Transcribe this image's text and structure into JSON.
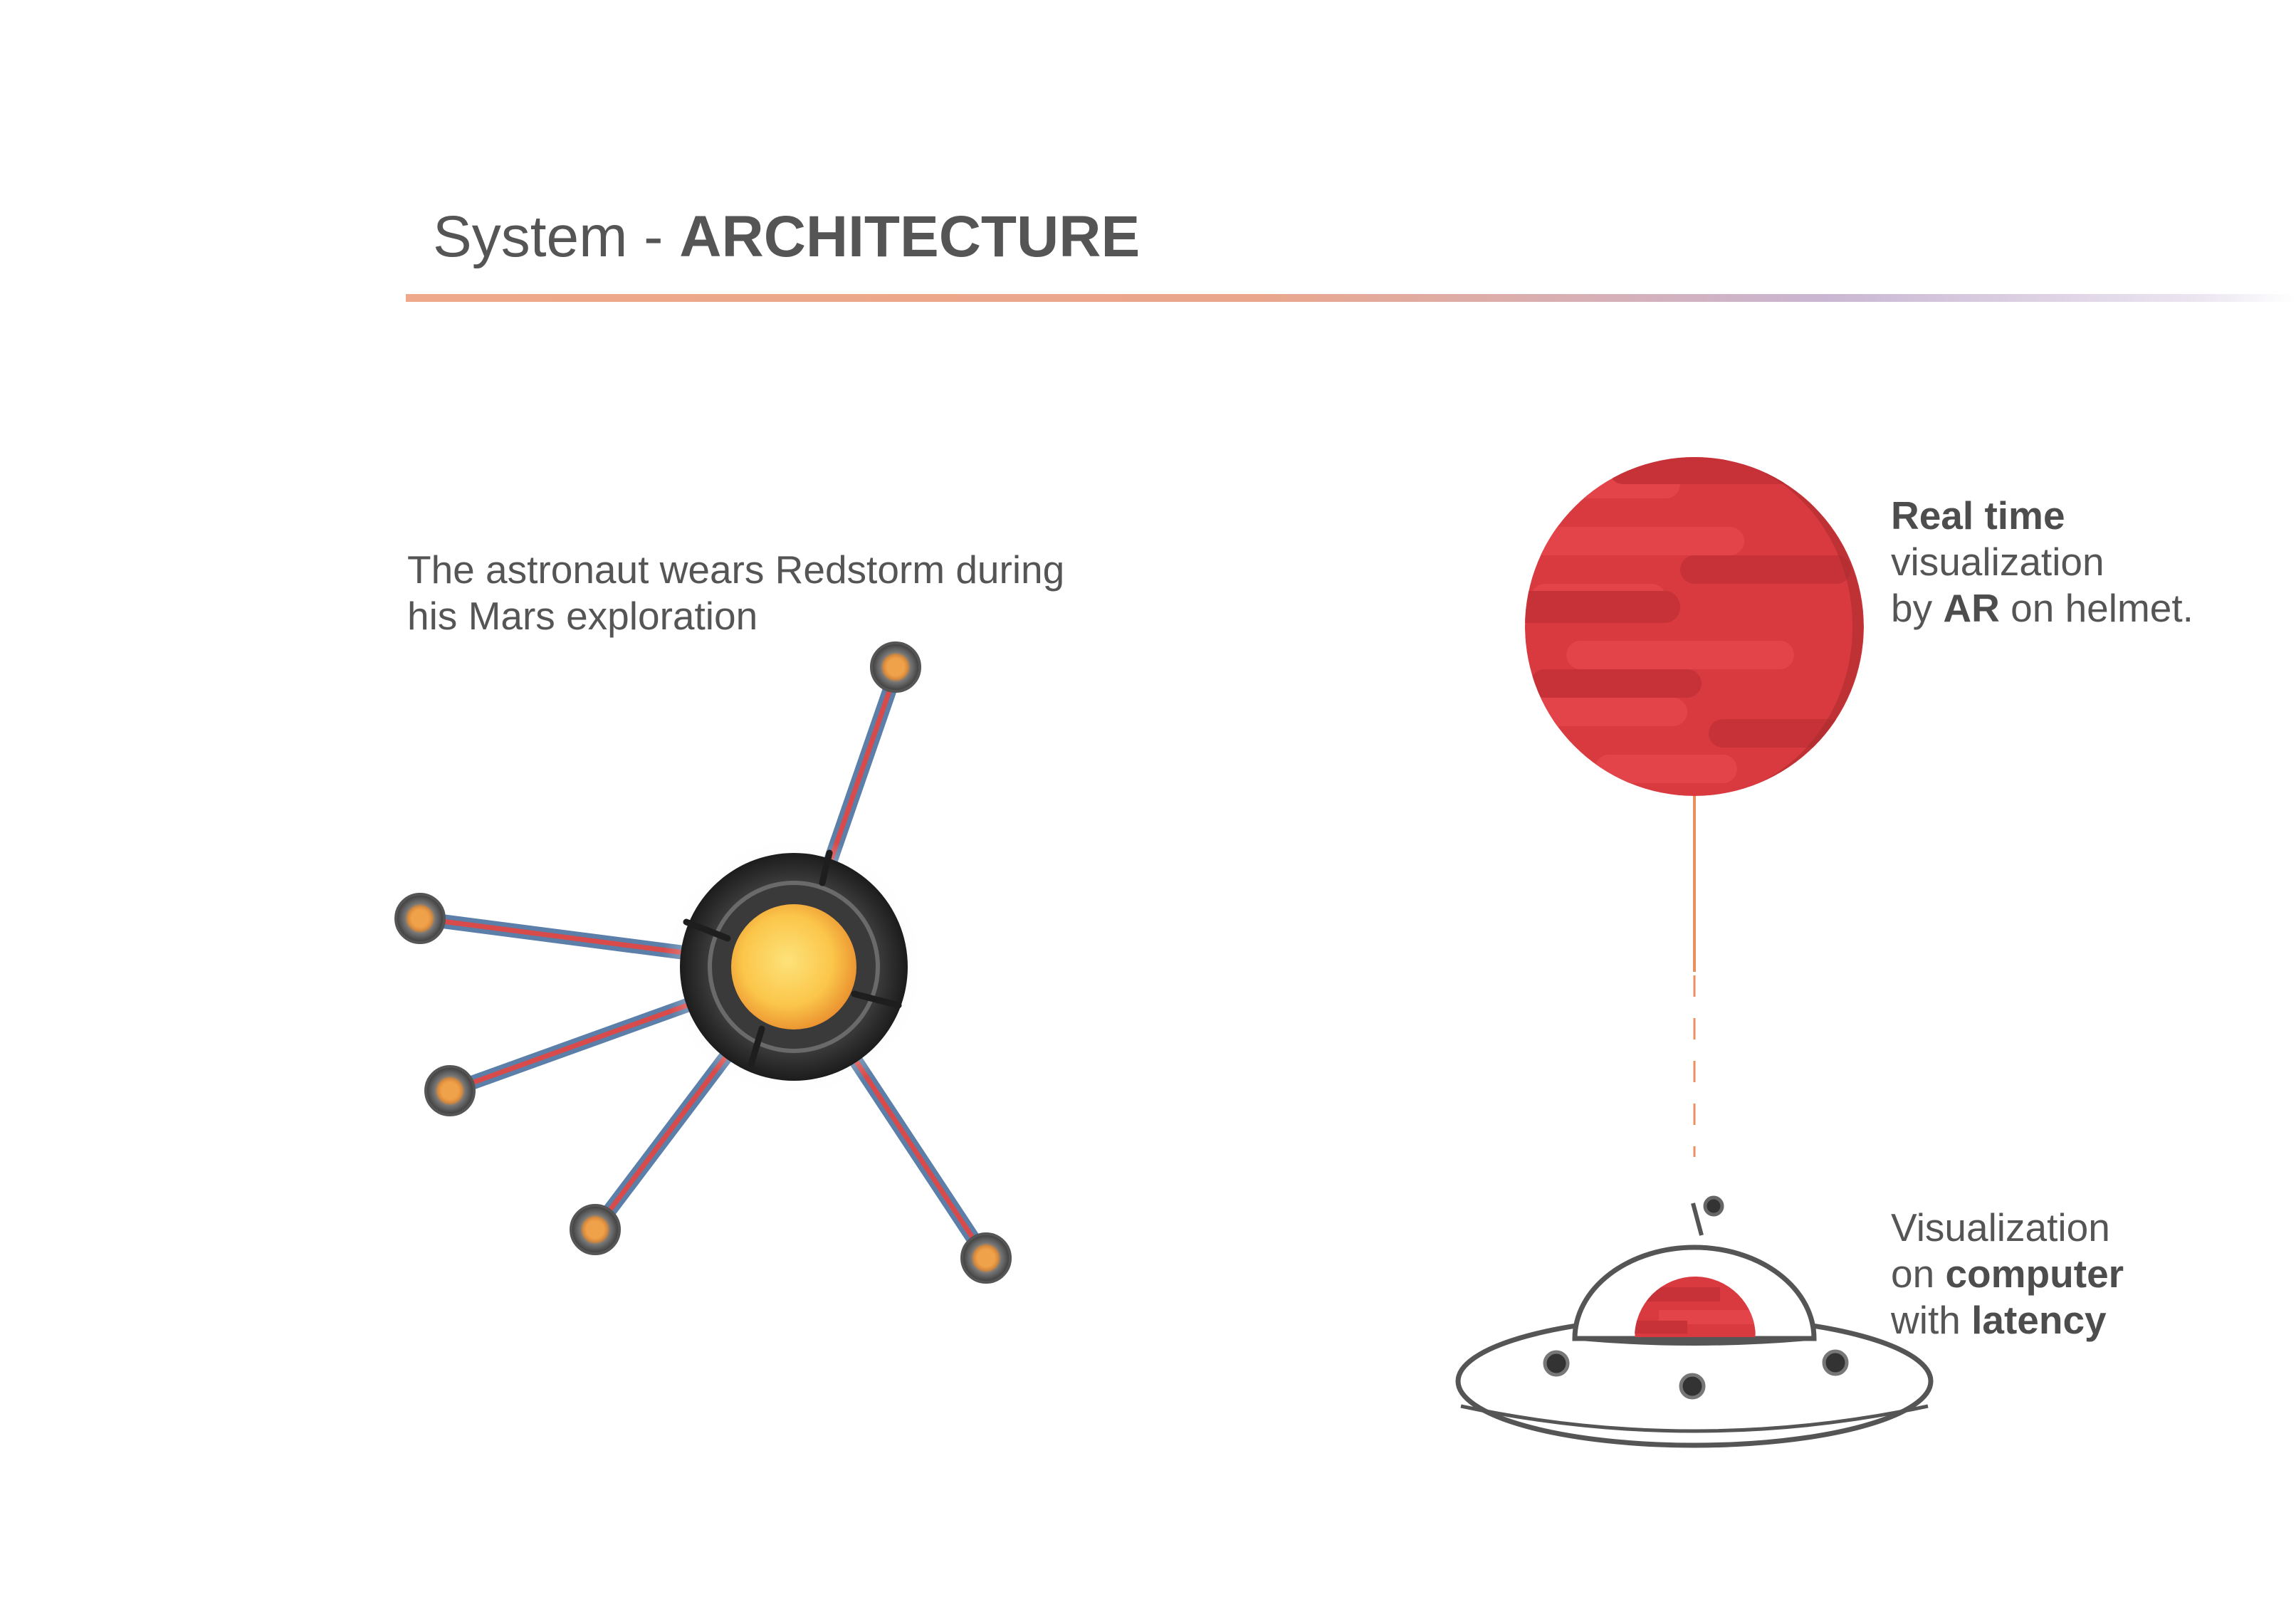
{
  "header": {
    "title_prefix": "System - ",
    "title_bold": "ARCHITECTURE"
  },
  "astronaut_caption": {
    "line1": "The astronaut wears Redstorm during",
    "line2": "his Mars exploration"
  },
  "ar_caption": {
    "bold": "Real time",
    "line2": "visualization",
    "line3_prefix": "by ",
    "line3_bold": "AR",
    "line3_suffix": " on helmet."
  },
  "computer_caption": {
    "line1": "Visualization",
    "line2_prefix": "on ",
    "line2_bold": "computer",
    "line3_prefix": "with ",
    "line3_bold": "latency"
  },
  "colors": {
    "accent_orange": "#e8905f",
    "mars_red": "#d93a3f",
    "core_yellow": "#fbc64a",
    "text_gray": "#555555"
  },
  "icons": {
    "device": "redstorm-device-icon",
    "planet": "mars-planet-icon",
    "ufo": "ufo-computer-icon"
  }
}
